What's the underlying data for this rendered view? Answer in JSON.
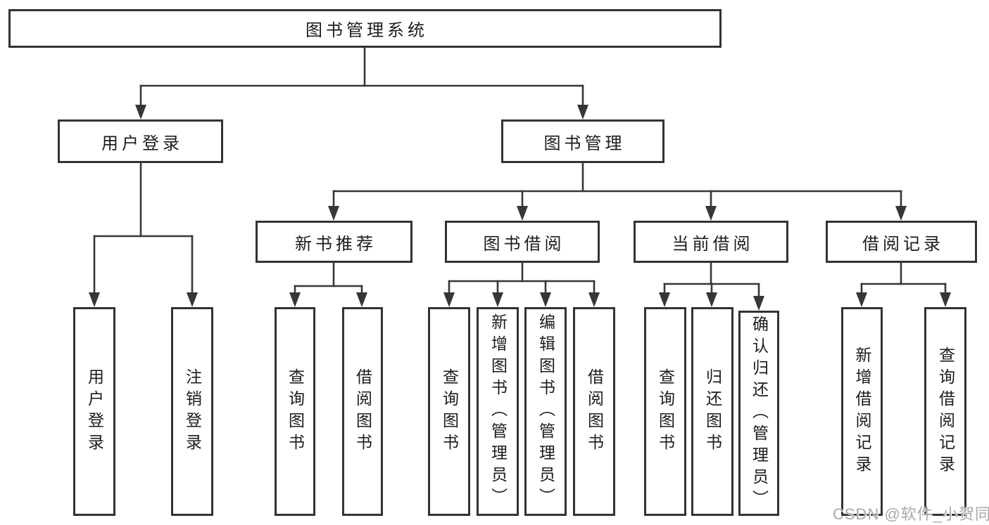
{
  "diagram": {
    "title": "图书管理系统",
    "tree": {
      "label": "图书管理系统",
      "children": [
        {
          "label": "用户登录",
          "children": [
            {
              "label": "用户登录"
            },
            {
              "label": "注销登录"
            }
          ]
        },
        {
          "label": "图书管理",
          "children": [
            {
              "label": "新书推荐",
              "children": [
                {
                  "label": "查询图书"
                },
                {
                  "label": "借阅图书"
                }
              ]
            },
            {
              "label": "图书借阅",
              "children": [
                {
                  "label": "查询图书"
                },
                {
                  "label": "新增图书（管理员）"
                },
                {
                  "label": "编辑图书（管理员）"
                },
                {
                  "label": "借阅图书"
                }
              ]
            },
            {
              "label": "当前借阅",
              "children": [
                {
                  "label": "查询图书"
                },
                {
                  "label": "归还图书"
                },
                {
                  "label": "确认归还（管理员）"
                }
              ]
            },
            {
              "label": "借阅记录",
              "children": [
                {
                  "label": "新增借阅记录"
                },
                {
                  "label": "查询借阅记录"
                }
              ]
            }
          ]
        }
      ]
    }
  },
  "watermark": {
    "text": "CSDN @软件_小贺同学"
  },
  "colors": {
    "line": "#363636",
    "box_border": "#333333",
    "text": "#1c1c1c",
    "watermark": "#a9a9a9",
    "background": "#ffffff"
  }
}
